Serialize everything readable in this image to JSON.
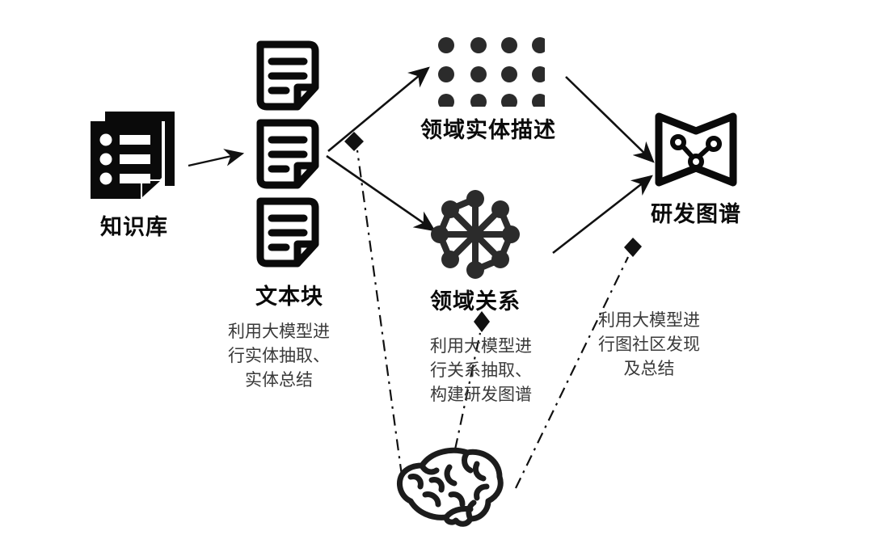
{
  "diagram": {
    "title": "知识库到研发图谱构建流程",
    "background_color": "#ffffff",
    "line_color": "#111111",
    "label_color": "#0a0a0a",
    "annotation_color": "#3a3a3a",
    "nodes": [
      {
        "id": "knowledge-base",
        "label": "知识库",
        "icon": "document-list-filled-icon"
      },
      {
        "id": "text-chunks",
        "label": "文本块",
        "icon": "document-stack-outline-icon"
      },
      {
        "id": "entity-description",
        "label": "领域实体描述",
        "icon": "dot-grid-icon"
      },
      {
        "id": "domain-relation",
        "label": "领域关系",
        "icon": "network-hub-icon"
      },
      {
        "id": "rd-graph",
        "label": "研发图谱",
        "icon": "map-graph-icon"
      },
      {
        "id": "llm-brain",
        "label": "",
        "icon": "brain-icon"
      }
    ],
    "annotations": [
      {
        "id": "entity-extraction",
        "lines": [
          "利用大模型进",
          "行实体抽取、",
          "实体总结"
        ]
      },
      {
        "id": "relation-extraction",
        "lines": [
          "利用大模型进",
          "行关系抽取、",
          "构建研发图谱"
        ]
      },
      {
        "id": "community-summary",
        "lines": [
          "利用大模型进",
          "行图社区发现",
          "及总结"
        ]
      }
    ],
    "edges": [
      {
        "id": "kb-to-chunks",
        "style": "solid-arrow"
      },
      {
        "id": "chunks-to-entity",
        "style": "solid-arrow"
      },
      {
        "id": "chunks-to-relation",
        "style": "solid-arrow"
      },
      {
        "id": "entity-to-graph",
        "style": "solid-arrow"
      },
      {
        "id": "relation-to-graph",
        "style": "solid-arrow"
      },
      {
        "id": "brain-to-entity-annot",
        "style": "dash-dot-diamond"
      },
      {
        "id": "brain-to-relation-annot",
        "style": "dash-dot-diamond"
      },
      {
        "id": "brain-to-graph-annot",
        "style": "dash-dot-diamond"
      }
    ]
  }
}
